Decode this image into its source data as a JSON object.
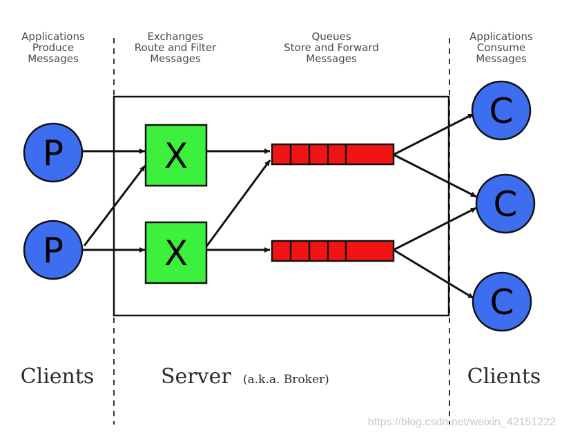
{
  "headers": {
    "producers": [
      "Applications",
      "Produce",
      "Messages"
    ],
    "exchanges": [
      "Exchanges",
      "Route and Filter",
      "Messages"
    ],
    "queues": [
      "Queues",
      "Store and Forward",
      "Messages"
    ],
    "consumers": [
      "Applications",
      "Consume",
      "Messages"
    ]
  },
  "nodes": {
    "producer_label": "P",
    "exchange_label": "X",
    "consumer_label": "C"
  },
  "bottom": {
    "clients_left": "Clients",
    "server": "Server",
    "server_sub": "(a.k.a. Broker)",
    "clients_right": "Clients"
  },
  "watermark": "https://blog.csdn.net/weixin_42151222",
  "colors": {
    "producer": "#3d6ef0",
    "consumer": "#3d6ef0",
    "exchange": "#3ef03e",
    "queue": "#f01414",
    "line": "#111111"
  }
}
